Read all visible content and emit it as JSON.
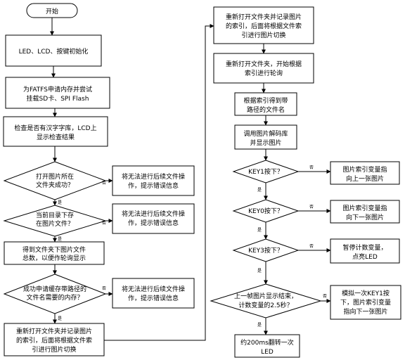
{
  "flowchart": {
    "nodes": {
      "start": "开始",
      "init": "LED、LCD、按键初始化",
      "fatfs": [
        "为FATFS申请内存并尝试",
        "挂载SD卡、SPI Flash"
      ],
      "font_check": [
        "检查是否有汉字字库，LCD上",
        "显示检查结果"
      ],
      "open_folder_q": [
        "打开图片所在",
        "文件夹成功？"
      ],
      "err1": [
        "将无法进行后续文件操",
        "作，提示错误信息"
      ],
      "has_images_q": [
        "当前目录下存",
        "在图片文件？"
      ],
      "err2": [
        "将无法进行后续文件操",
        "作，提示错误信息"
      ],
      "count_files": [
        "得到文件夹下图片文件",
        "总数，以便作轮询显示"
      ],
      "alloc_q": [
        "成功申请缓存带路径的",
        "文件名需要的内存？"
      ],
      "err3": [
        "将无法进行后续文件操",
        "作，提示错误信息"
      ],
      "reopen1": [
        "重新打开文件夹并记录图片",
        "的索引，后面将根据文件索",
        "引进行图片切换"
      ],
      "reopen2": [
        "重新打开文件夹并记录图片",
        "的索引，后面将根据文件索",
        "引进行图片切换"
      ],
      "reopen_poll": [
        "重新打开文件夹，开始根据",
        "索引进行轮询"
      ],
      "get_filename": [
        "根据索引得到带",
        "路径的文件名"
      ],
      "decode": [
        "调用图片解码库",
        "并显示图片"
      ],
      "key1_q": "KEY1按下？",
      "prev_img": [
        "图片索引变量指",
        "向上一张图片"
      ],
      "key0_q": "KEY0按下？",
      "next_img": [
        "图片索引变量指",
        "向下一张图片"
      ],
      "key3_q": "KEY3按下？",
      "pause": [
        "暂停计数变量，",
        "点亮LED"
      ],
      "timeout_q": [
        "上一帧图片显示结束，",
        "计数变量的2.5秒？"
      ],
      "simulate_key1": [
        "模拟一次KEY1按",
        "下，图片索引变量",
        "指向下一张图片"
      ],
      "toggle_led": [
        "约200ms翻转一次",
        "LED"
      ]
    },
    "edge_labels": {
      "yes": "是",
      "no": "否"
    }
  }
}
